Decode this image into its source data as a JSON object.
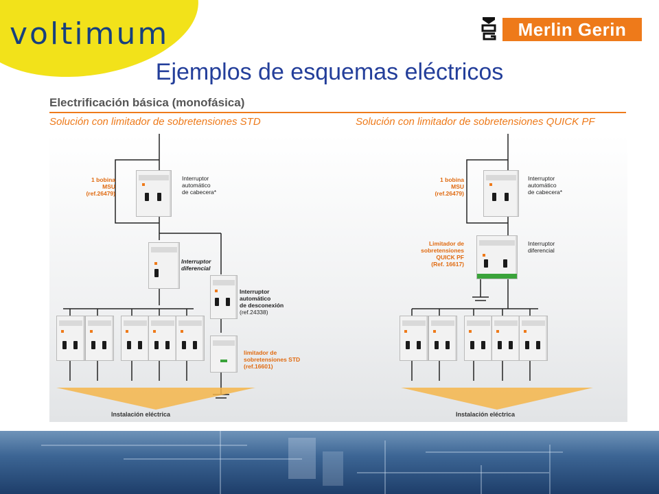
{
  "header": {
    "logo_text": "voltimum",
    "brand_text": "Merlin Gerin",
    "title": "Ejemplos de esquemas eléctricos"
  },
  "subtitle": "Electrificación básica (monofásica)",
  "panels": [
    {
      "heading": "Solución con limitador de sobretensiones STD",
      "bobina_label": [
        "1 bobina",
        "MSU",
        "(ref.26479)"
      ],
      "main_breaker_label": [
        "Interruptor",
        "automático",
        "de cabecera*"
      ],
      "differential_label": [
        "Interruptor",
        "diferencial"
      ],
      "disconnect_label": [
        "Interruptor",
        "automático",
        "de desconexión",
        "(ref.24338)"
      ],
      "limiter_label": [
        "limitador de",
        "sobretensiones STD",
        "(ref.16601)"
      ],
      "install_label": "Instalación eléctrica"
    },
    {
      "heading": "Solución con limitador de sobretensiones QUICK PF",
      "bobina_label": [
        "1 bobina",
        "MSU",
        "(ref.26479)"
      ],
      "main_breaker_label": [
        "Interruptor",
        "automático",
        "de cabecera*"
      ],
      "limiter_label": [
        "Limitador de",
        "sobretensiones",
        "QUICK PF",
        "(Ref. 16617)"
      ],
      "differential_label": [
        "Interruptor",
        "diferencial"
      ],
      "install_label": "Instalación eléctrica"
    }
  ],
  "colors": {
    "brand_orange": "#ee7a1a",
    "title_blue": "#233e9a",
    "logo_yellow": "#f2e21a",
    "logo_blue": "#17407e"
  }
}
